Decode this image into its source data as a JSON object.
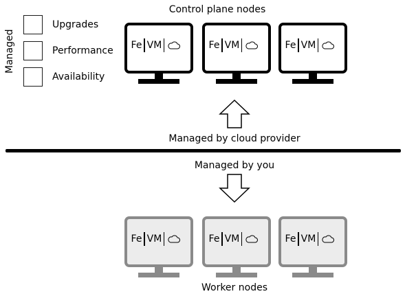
{
  "managed_label": "Managed",
  "legend": [
    {
      "label": "Upgrades"
    },
    {
      "label": "Performance"
    },
    {
      "label": "Availability"
    }
  ],
  "control_plane": {
    "title": "Control plane nodes",
    "nodes": [
      {
        "fe": "Fe",
        "vm": "VM",
        "icon": "cloud-icon"
      },
      {
        "fe": "Fe",
        "vm": "VM",
        "icon": "cloud-icon"
      },
      {
        "fe": "Fe",
        "vm": "VM",
        "icon": "cloud-icon"
      }
    ]
  },
  "boundary": {
    "upper_label": "Managed by cloud provider",
    "lower_label": "Managed by you"
  },
  "workers": {
    "title": "Worker nodes",
    "nodes": [
      {
        "fe": "Fe",
        "vm": "VM",
        "icon": "cloud-icon"
      },
      {
        "fe": "Fe",
        "vm": "VM",
        "icon": "cloud-icon"
      },
      {
        "fe": "Fe",
        "vm": "VM",
        "icon": "cloud-icon"
      }
    ]
  },
  "colors": {
    "control_outline": "#000000",
    "worker_outline": "#8a8a8a",
    "worker_screen_fill": "#ececec",
    "divider": "#000000"
  }
}
